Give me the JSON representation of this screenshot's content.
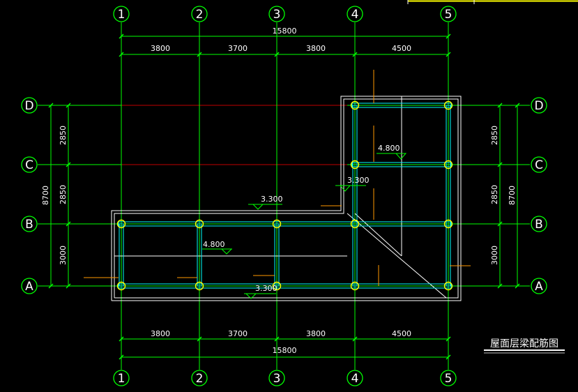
{
  "axes_vertical": [
    {
      "label": "1"
    },
    {
      "label": "2"
    },
    {
      "label": "3"
    },
    {
      "label": "4"
    },
    {
      "label": "5"
    }
  ],
  "axes_horizontal": [
    {
      "label": "D"
    },
    {
      "label": "C"
    },
    {
      "label": "B"
    },
    {
      "label": "A"
    }
  ],
  "dimensions": {
    "top_total": "15800",
    "top_spans": [
      "3800",
      "3700",
      "3800",
      "4500"
    ],
    "bottom_total": "15800",
    "bottom_spans": [
      "3800",
      "3700",
      "3800",
      "4500"
    ],
    "left_total": "8700",
    "left_spans": [
      "2850",
      "2850",
      "3000"
    ],
    "right_total": "8700",
    "right_spans": [
      "2850",
      "2850",
      "3000"
    ]
  },
  "elevations": [
    "4.800",
    "3.300",
    "3.300",
    "4.800",
    "3.300"
  ],
  "title": "屋面层梁配筋图",
  "colors": {
    "background": "#000000",
    "grid": "#00ff00",
    "beam": "#00ffff",
    "column": "#ffff00",
    "outline": "#ffffff",
    "hidden": "#ff0000",
    "rebar_mark": "#ff9900"
  }
}
